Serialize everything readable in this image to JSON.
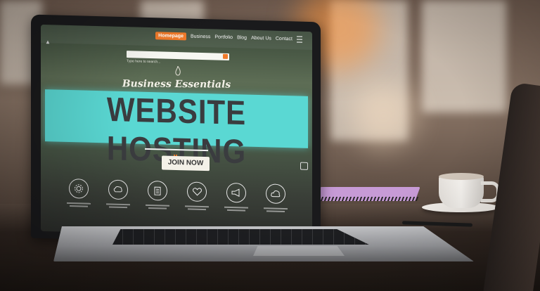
{
  "site": {
    "nav": {
      "items": [
        "Homepage",
        "Business",
        "Portfolio",
        "Blog",
        "About Us",
        "Contact"
      ],
      "active_index": 0
    },
    "search": {
      "caption": "Type here to search..."
    },
    "tagline": "Business Essentials",
    "headline": "WEBSITE HOSTING",
    "cta_label": "JOIN NOW",
    "features": [
      {
        "icon": "gear-cog-icon"
      },
      {
        "icon": "cloud-chat-icon"
      },
      {
        "icon": "document-icon"
      },
      {
        "icon": "heart-icon"
      },
      {
        "icon": "megaphone-icon"
      },
      {
        "icon": "cloud-icon"
      }
    ]
  },
  "colors": {
    "accent_orange": "#f07a2a",
    "banner_teal": "#5ad8d3",
    "headline_text": "#3a3c3f"
  }
}
